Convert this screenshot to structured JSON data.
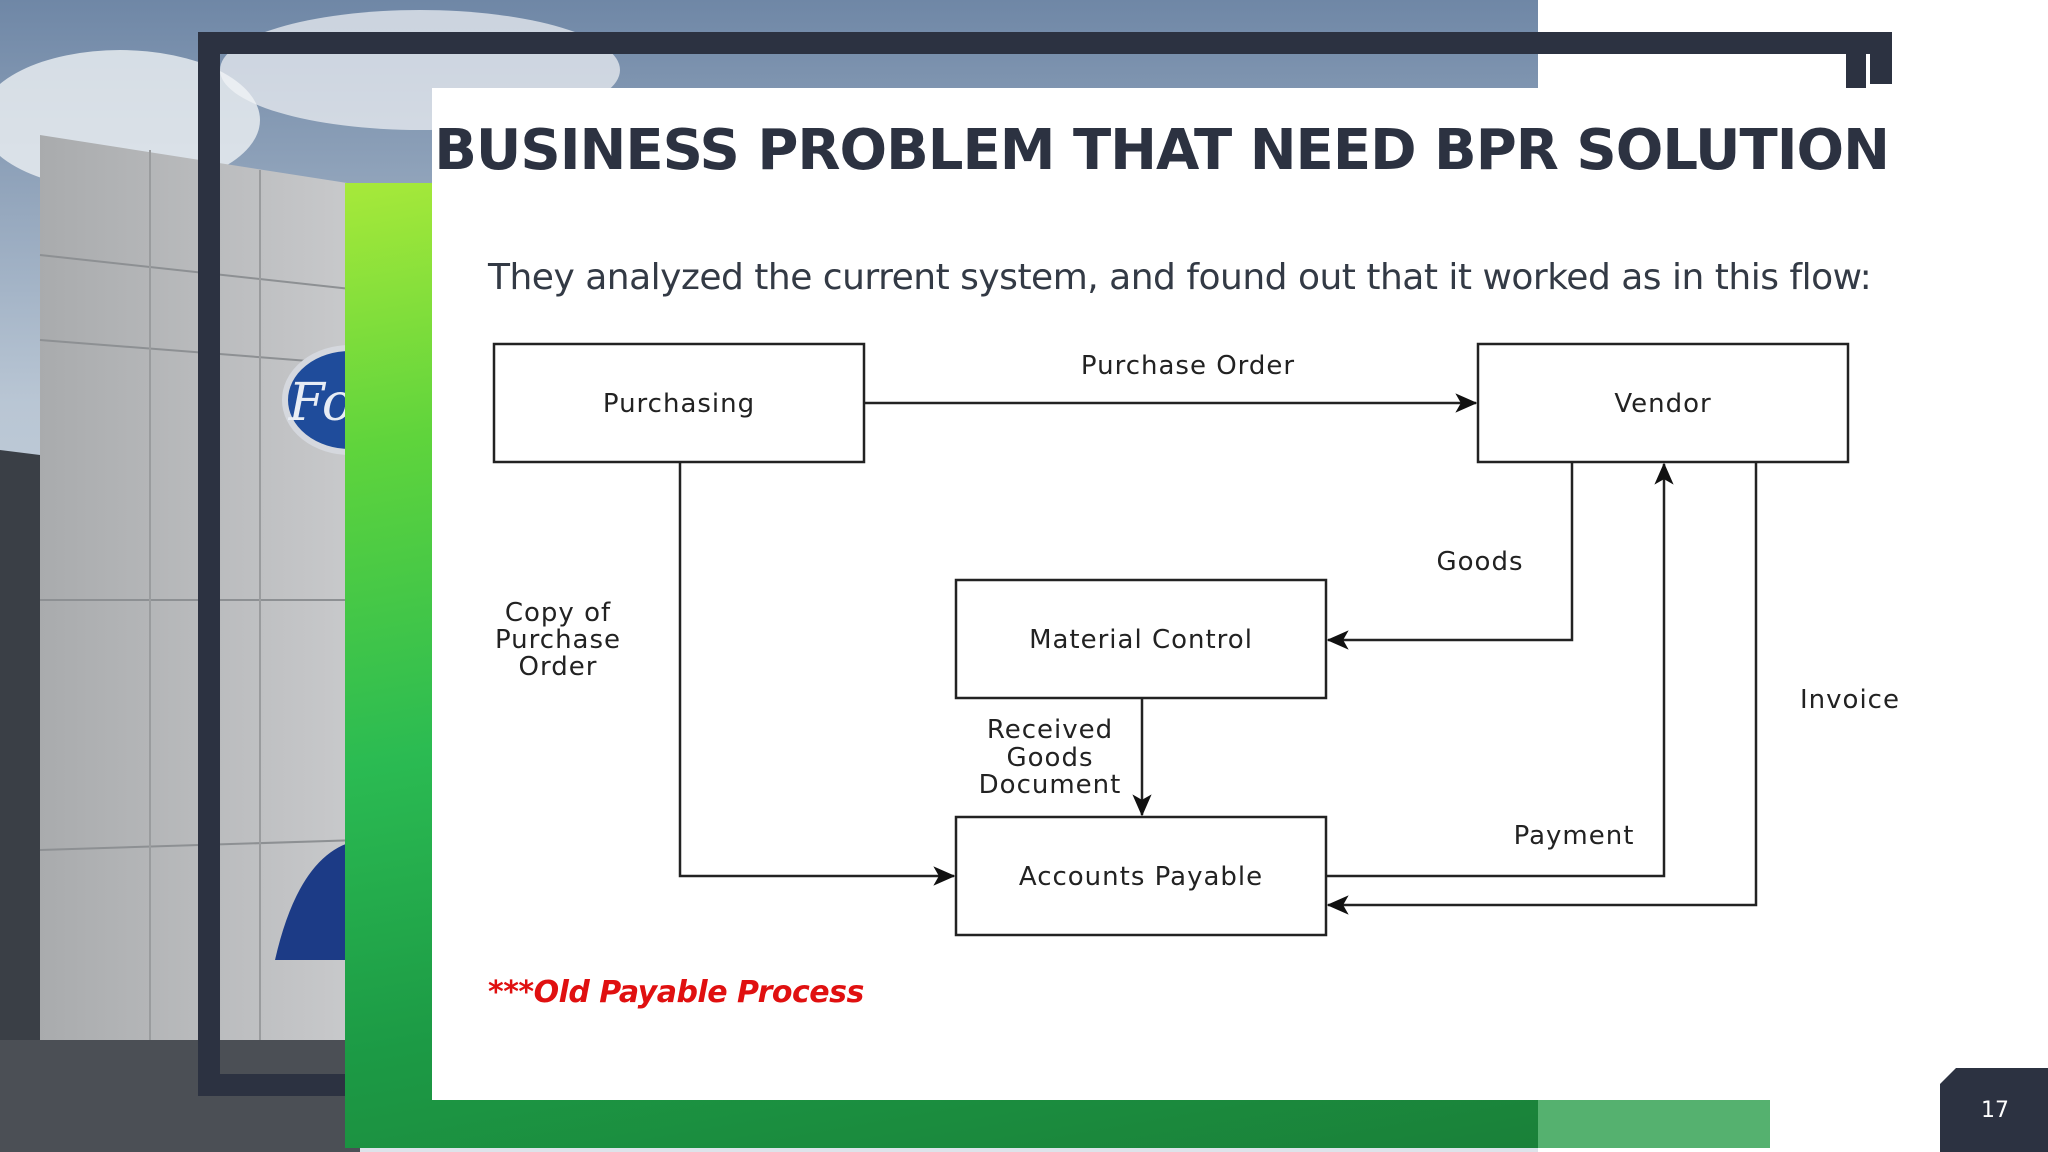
{
  "slide": {
    "title": "BUSINESS PROBLEM THAT NEED BPR SOLUTION",
    "intro": "They analyzed the current system, and found out that it worked as in this flow:",
    "note": "***Old Payable Process",
    "page_number": "17"
  },
  "background": {
    "photo_subject": "Ford dealership building with car",
    "logo_text": "Ford"
  },
  "diagram": {
    "nodes": {
      "purchasing": "Purchasing",
      "vendor": "Vendor",
      "material_control": "Material Control",
      "accounts_payable": "Accounts Payable"
    },
    "edges": {
      "purchase_order": "Purchase Order",
      "goods": "Goods",
      "copy_po": [
        "Copy of",
        "Purchase",
        "Order"
      ],
      "received_goods": [
        "Received",
        "Goods",
        "Document"
      ],
      "payment": "Payment",
      "invoice": "Invoice"
    }
  },
  "colors": {
    "navy": "#2c3241",
    "green": "#2bbb52",
    "note_red": "#e01010"
  }
}
